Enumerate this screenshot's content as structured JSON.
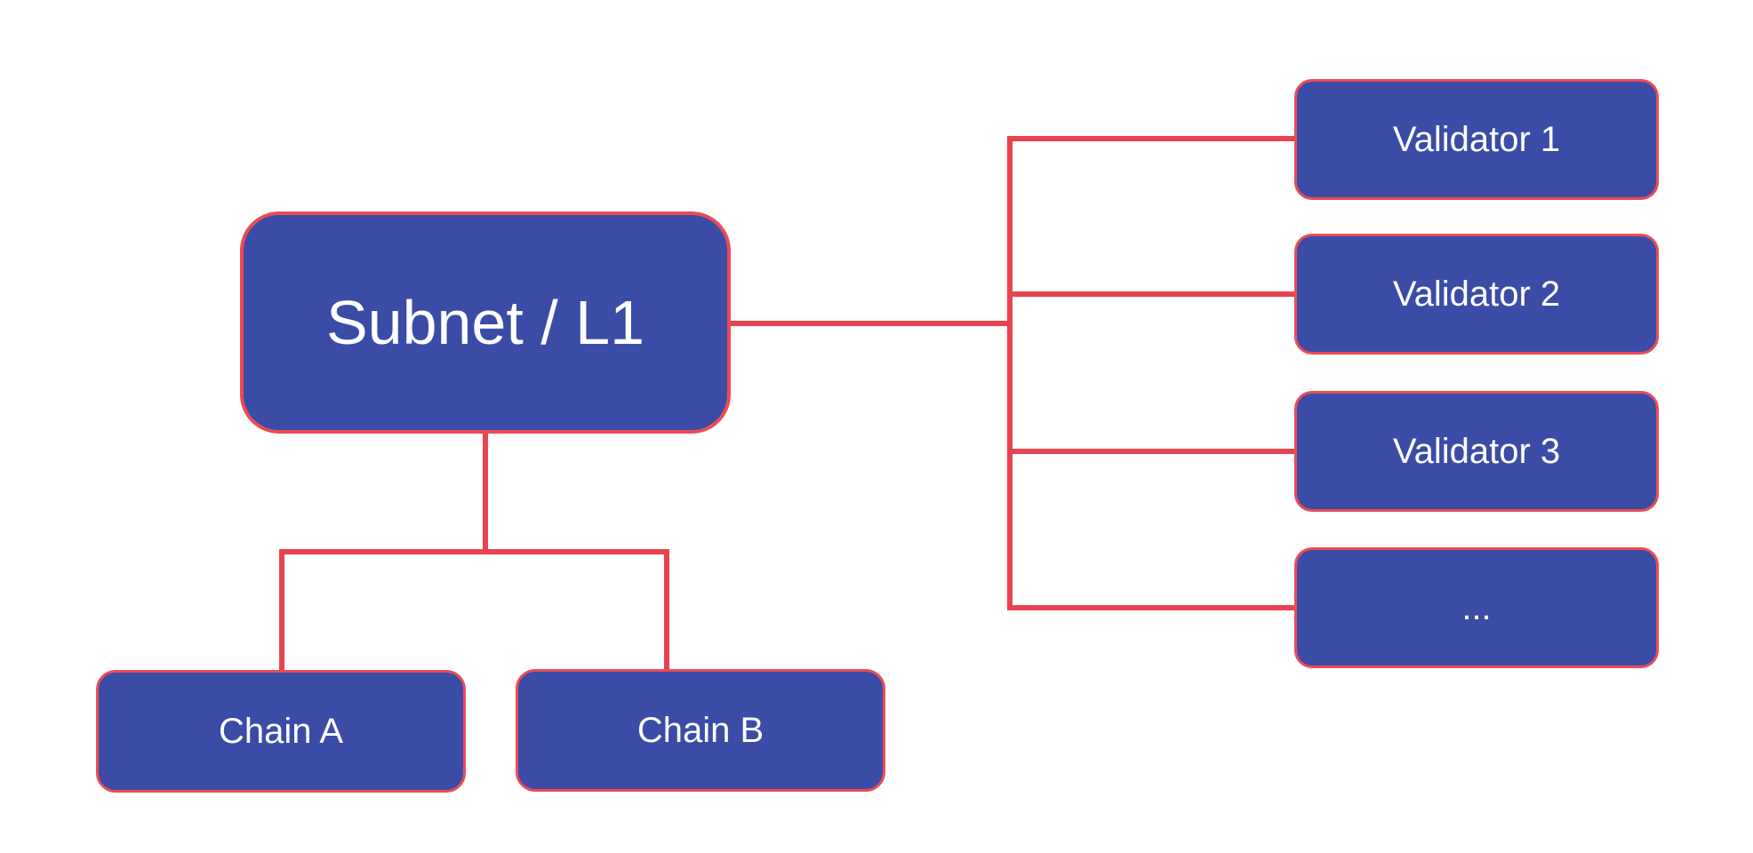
{
  "diagram": {
    "type": "tree",
    "nodes": {
      "subnet": {
        "label": "Subnet / L1"
      },
      "chains": [
        {
          "label": "Chain A"
        },
        {
          "label": "Chain B"
        }
      ],
      "validators": [
        {
          "label": "Validator 1"
        },
        {
          "label": "Validator 2"
        },
        {
          "label": "Validator 3"
        },
        {
          "label": "..."
        }
      ]
    },
    "edges": [
      {
        "from": "subnet",
        "to": "chain-a"
      },
      {
        "from": "subnet",
        "to": "chain-b"
      },
      {
        "from": "subnet",
        "to": "validator-1"
      },
      {
        "from": "subnet",
        "to": "validator-2"
      },
      {
        "from": "subnet",
        "to": "validator-3"
      },
      {
        "from": "subnet",
        "to": "validator-more"
      }
    ]
  },
  "colors": {
    "node_fill": "#3B4CA7",
    "node_border": "#EB4B55",
    "line": "#E9434F",
    "text": "#FFFFFF",
    "background": "#FFFFFF"
  }
}
